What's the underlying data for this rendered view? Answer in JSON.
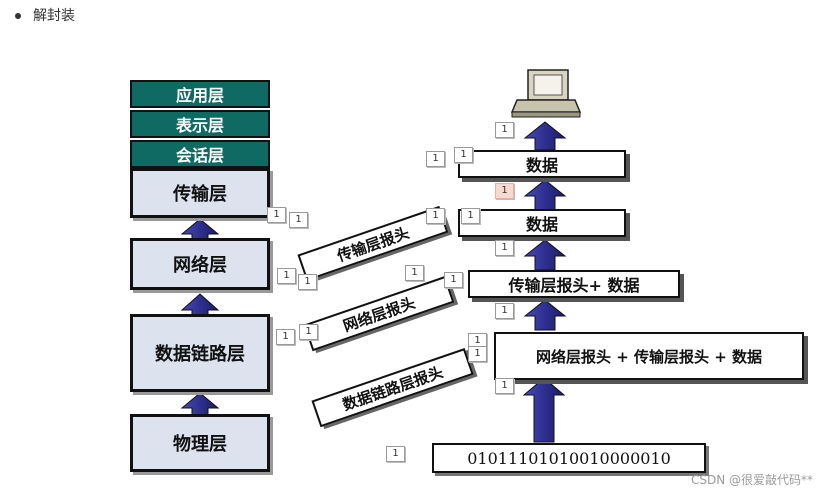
{
  "heading": "解封装",
  "layers": {
    "application": "应用层",
    "presentation": "表示层",
    "session": "会话层",
    "transport": "传输层",
    "network": "网络层",
    "datalink": "数据链路层",
    "physical": "物理层"
  },
  "slant_labels": {
    "transport": "传输层报头",
    "network": "网络层报头",
    "datalink": "数据链路层报头"
  },
  "boxes": {
    "top_data": "数据",
    "data": "数据",
    "transport_data": "传输层报头+ 数据",
    "network_full": "网络层报头 + 传输层报头 + 数据",
    "bits": "01011101010010000010"
  },
  "tag": "1",
  "watermark": "CSDN @很爱敲代码**",
  "colors": {
    "layer_dark": "#0e6a63",
    "layer_light": "#dde2ef",
    "arrow": "#2e2f8f"
  }
}
